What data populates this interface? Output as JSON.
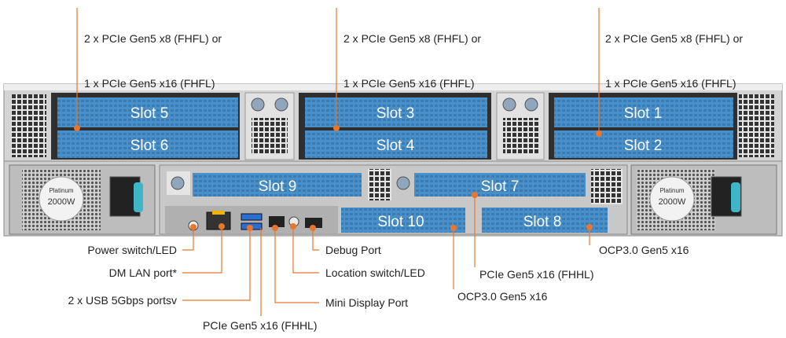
{
  "callouts_top": [
    {
      "line1": "2 x PCIe Gen5 x8 (FHFL) or",
      "line2": "1 x PCIe Gen5 x16 (FHFL)"
    },
    {
      "line1": "2 x PCIe Gen5 x8 (FHFL) or",
      "line2": "1 x PCIe Gen5 x16 (FHFL)"
    },
    {
      "line1": "2 x PCIe Gen5 x8 (FHFL) or",
      "line2": "1 x PCIe Gen5 x16 (FHFL)"
    }
  ],
  "slots": {
    "s1": "Slot 1",
    "s2": "Slot 2",
    "s3": "Slot 3",
    "s4": "Slot 4",
    "s5": "Slot 5",
    "s6": "Slot 6",
    "s7": "Slot 7",
    "s8": "Slot 8",
    "s9": "Slot 9",
    "s10": "Slot 10"
  },
  "psu": {
    "brand": "Platinum",
    "watt": "2000W"
  },
  "labels": {
    "power_switch": "Power switch/LED",
    "dm_lan": "DM LAN port*",
    "usb": "2 x USB 5Gbps portsv",
    "pcie_fhhl_left": "PCIe Gen5 x16 (FHHL)",
    "mini_dp": "Mini Display Port",
    "location": "Location switch/LED",
    "debug": "Debug Port",
    "ocp_mid": "OCP3.0 Gen5 x16",
    "pcie_fhhl_right": "PCIe Gen5 x16 (FHHL)",
    "ocp_right": "OCP3.0 Gen5 x16"
  },
  "colors": {
    "slot_blue": "#4a90c8",
    "callout_orange": "#e8762c",
    "chassis": "#d9d9d9"
  }
}
